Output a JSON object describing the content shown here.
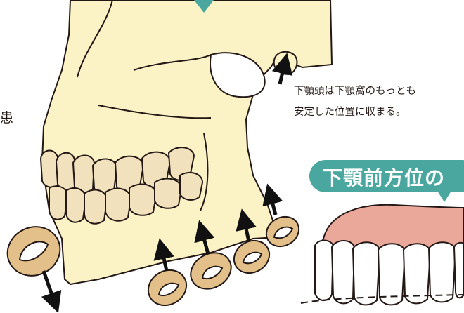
{
  "caption": {
    "line1": "下顎頭は下顎窩のもっとも",
    "line2": "安定した位置に収まる。"
  },
  "left_fragment": "患",
  "banner": {
    "text": "下顎前方位の"
  },
  "colors": {
    "bone": "#fbf2c6",
    "outline": "#231815",
    "tooth": "#f1e1bd",
    "cross_section": "#e3c089",
    "gum": "#e9a899",
    "accent": "#4aa79f",
    "arrow": "#111111"
  }
}
